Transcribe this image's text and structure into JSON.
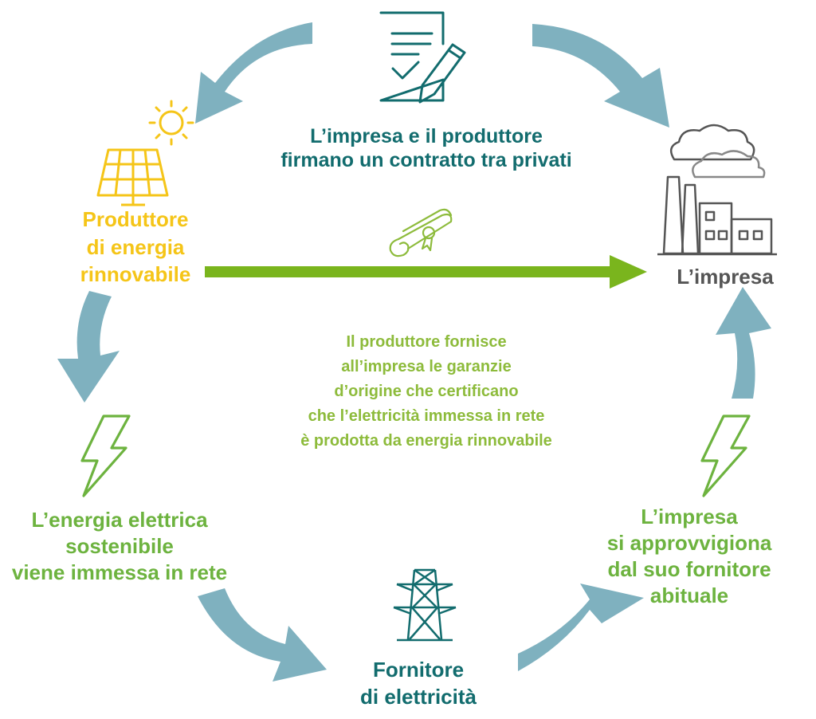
{
  "colors": {
    "cycle_arrow": "#7fb1bf",
    "green_arrow": "#7ab51d",
    "teal": "#126c6e",
    "yellow": "#f5c518",
    "green": "#6db33f",
    "light_green": "#8dbb3b",
    "gray": "#555555"
  },
  "icons": {
    "contract": "contract-signing-icon",
    "sun": "sun-icon",
    "solar_panel": "solar-panel-icon",
    "factory": "factory-icon",
    "certificate": "certificate-scroll-icon",
    "lightning_left": "lightning-bolt-icon",
    "lightning_right": "lightning-bolt-icon",
    "pylon": "electricity-pylon-icon"
  },
  "labels": {
    "contract": "L’impresa e il produttore\nfirmano un contratto tra privati",
    "producer": "Produttore\ndi energia\nrinnovabile",
    "company": "L’impresa",
    "guarantee": "Il produttore fornisce\nall’impresa le garanzie\nd’origine che certificano\nche l’elettricità immessa in rete\nè prodotta da energia rinnovabile",
    "grid": "L’energia elettrica\nsostenibile\nviene immessa in rete",
    "supplier": "Fornitore\ndi elettricità",
    "procurement": "L’impresa\nsi approvvigiona\ndal suo fornitore\nabituale"
  }
}
